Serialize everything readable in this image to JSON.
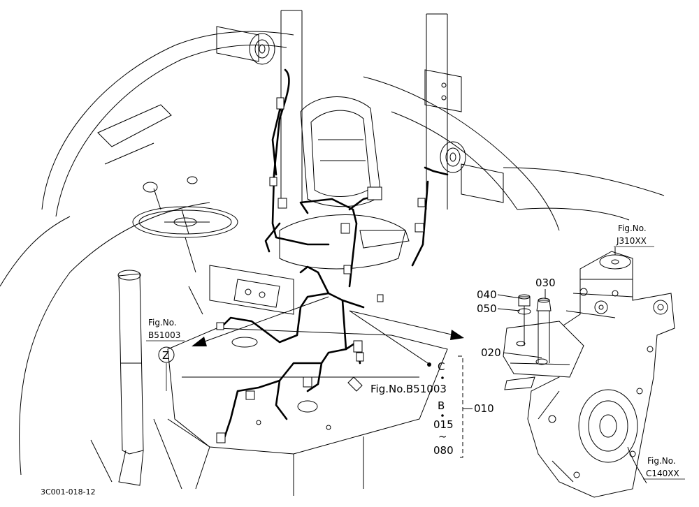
{
  "callouts": {
    "fig_b51003_left": {
      "prefix": "Fig.No.",
      "code": "B51003",
      "marker": "Z"
    },
    "fig_j310xx": {
      "prefix": "Fig.No.",
      "code": "J310XX"
    },
    "fig_c140xx": {
      "prefix": "Fig.No.",
      "code": "C140XX"
    },
    "fig_b51003_center": "Fig.No.B51003"
  },
  "parts": {
    "p040": "040",
    "p030": "030",
    "p050": "050",
    "p020": "020",
    "p010": "010"
  },
  "range": {
    "top": "C",
    "middle": "B",
    "from": "015",
    "tilde": "~",
    "to": "080"
  },
  "reference_code": "3C001-018-12"
}
